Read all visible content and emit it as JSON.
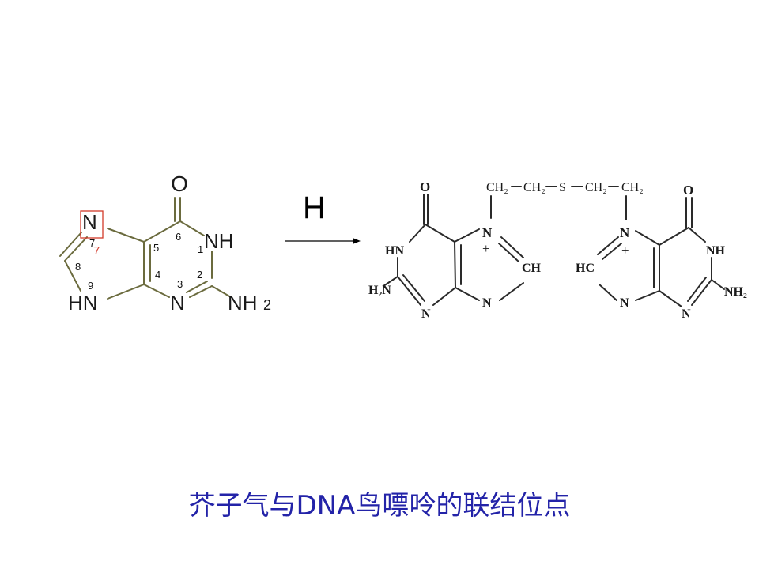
{
  "slide": {
    "caption": "芥子气与DNA鸟嘌呤的联结位点",
    "arrow_label": "H"
  },
  "guanine": {
    "atoms": {
      "O": "O",
      "N7": "N",
      "N1H": "NH",
      "N9H": "HN",
      "N3": "N",
      "NH2": "NH",
      "sub2": "2"
    },
    "positions": [
      "1",
      "2",
      "3",
      "4",
      "5",
      "6",
      "7",
      "8",
      "9"
    ],
    "highlight_number": "7"
  },
  "adduct": {
    "bridge": [
      "CH₂",
      "CH₂",
      "S",
      "CH₂",
      "CH₂"
    ],
    "left": {
      "O": "O",
      "HN": "HN",
      "H2N": "H₂N",
      "N_bottom": "N",
      "N_right": "N",
      "N_plus": "N",
      "plus": "+",
      "CH": "CH"
    },
    "right": {
      "O": "O",
      "NH": "NH",
      "NH2": "NH₂",
      "N_bottom": "N",
      "N_left": "N",
      "N_plus": "N",
      "plus": "+",
      "HC": "HC"
    }
  },
  "colors": {
    "bond": "#6b6b3e",
    "caption": "#2323a8",
    "highlight": "#d23a2a",
    "scan_ink": "#2a2a2a"
  }
}
